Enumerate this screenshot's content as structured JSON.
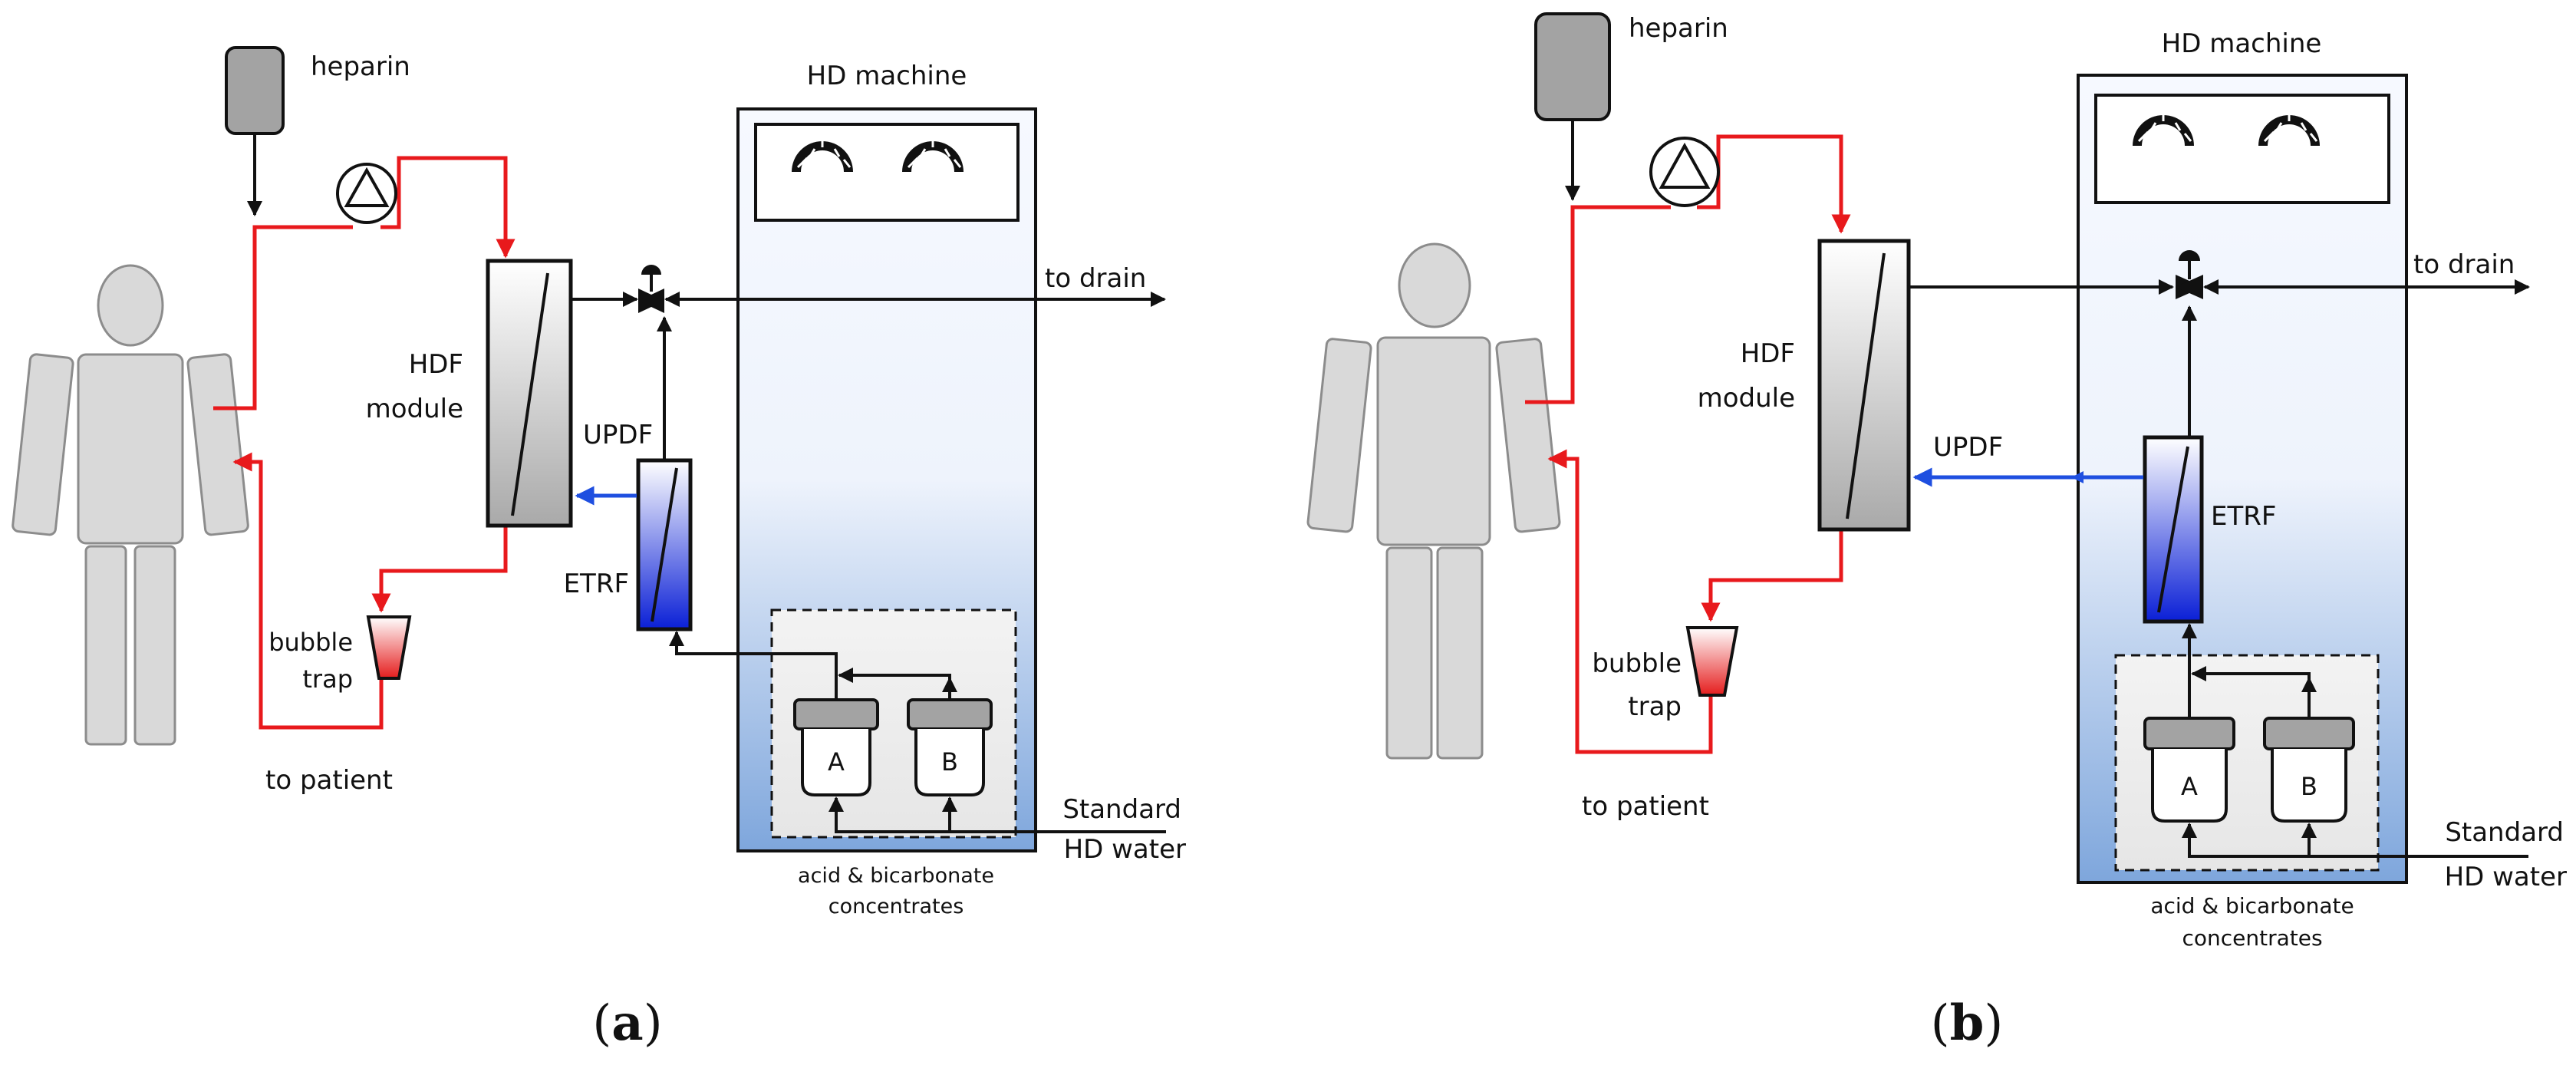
{
  "colors": {
    "blood_line": "#e8191c",
    "dialysate_line": "#1f4fe0",
    "fluid_line": "#111111",
    "outline": "#111111",
    "patient_fill": "#d9d9d9",
    "machine_gradient_top": "#f6f9ff",
    "machine_gradient_bottom": "#7ea6dc",
    "filter_gradient_dark": "#0a1fd6",
    "bubble_trap_gradient": "#e51d1d",
    "bag_fill": "#a3a3a3"
  },
  "panels": [
    {
      "caption_text": "a",
      "heparin_label": "heparin",
      "machine_label": "HD machine",
      "to_drain_label": "to drain",
      "hdf_label_line1": "HDF",
      "hdf_label_line2": "module",
      "updf_label": "UPDF",
      "etrf_label": "ETRF",
      "bubble_label_line1": "bubble",
      "bubble_label_line2": "trap",
      "to_patient_label": "to patient",
      "water_label_line1": "Standard",
      "water_label_line2": "HD water",
      "conc_label_line1": "acid & bicarbonate",
      "conc_label_line2": "concentrates",
      "tank_a_label": "A",
      "tank_b_label": "B"
    },
    {
      "caption_text": "b",
      "heparin_label": "heparin",
      "machine_label": "HD machine",
      "to_drain_label": "to drain",
      "hdf_label_line1": "HDF",
      "hdf_label_line2": "module",
      "updf_label": "UPDF",
      "etrf_label": "ETRF",
      "bubble_label_line1": "bubble",
      "bubble_label_line2": "trap",
      "to_patient_label": "to patient",
      "water_label_line1": "Standard",
      "water_label_line2": "HD water",
      "conc_label_line1": "acid & bicarbonate",
      "conc_label_line2": "concentrates",
      "tank_a_label": "A",
      "tank_b_label": "B"
    }
  ]
}
